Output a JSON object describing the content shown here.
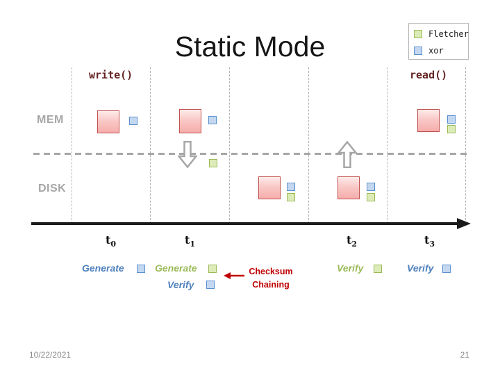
{
  "slide": {
    "title": "Static Mode",
    "footer": {
      "date": "10/22/2021",
      "page": "21"
    }
  },
  "legend": {
    "items": [
      {
        "label": "Fletcher",
        "swatch": "green"
      },
      {
        "label": "xor",
        "swatch": "blue"
      }
    ]
  },
  "labels": {
    "write": "write()",
    "read": "read()",
    "mem": "MEM",
    "disk": "DISK"
  },
  "timeline": {
    "ticks": [
      {
        "base": "t",
        "sub": "0"
      },
      {
        "base": "t",
        "sub": "1"
      },
      {
        "base": "t",
        "sub": "2"
      },
      {
        "base": "t",
        "sub": "3"
      }
    ]
  },
  "actions": {
    "generate_t0": "Generate",
    "generate_t1": "Generate",
    "verify_t1": "Verify",
    "verify_t2": "Verify",
    "verify_t3": "Verify"
  },
  "annotation": {
    "line1": "Checksum",
    "line2": "Chaining"
  },
  "diagram": {
    "rows": [
      "MEM",
      "DISK"
    ],
    "blocks": [
      {
        "row": "MEM",
        "time": "t0",
        "phase": "write",
        "checksums": [
          "xor"
        ]
      },
      {
        "row": "MEM",
        "time": "t1",
        "phase": "write",
        "checksums": [
          "xor"
        ]
      },
      {
        "row": "DISK",
        "time": "t1",
        "checksums": [
          "xor",
          "fletcher"
        ]
      },
      {
        "row": "DISK",
        "time": "t2",
        "checksums": [
          "xor",
          "fletcher"
        ]
      },
      {
        "row": "MEM",
        "time": "t3",
        "phase": "read",
        "checksums": [
          "xor",
          "fletcher"
        ]
      }
    ],
    "transfers": [
      {
        "direction": "mem-to-disk",
        "at": "t1",
        "generates": "fletcher"
      },
      {
        "direction": "disk-to-mem",
        "at": "t2"
      }
    ]
  },
  "colors": {
    "block_border": "#c0504d",
    "block_fill": "#f5adab",
    "xor_fill": "#c3d8f0",
    "xor_border": "#5b8fd0",
    "fletcher_fill": "#dcecb8",
    "fletcher_border": "#9db956",
    "code_text": "#632423",
    "blue_text": "#4f81bd",
    "green_text": "#9bbb59",
    "red_text": "#c00000",
    "gray_label": "#a6a6a6"
  }
}
